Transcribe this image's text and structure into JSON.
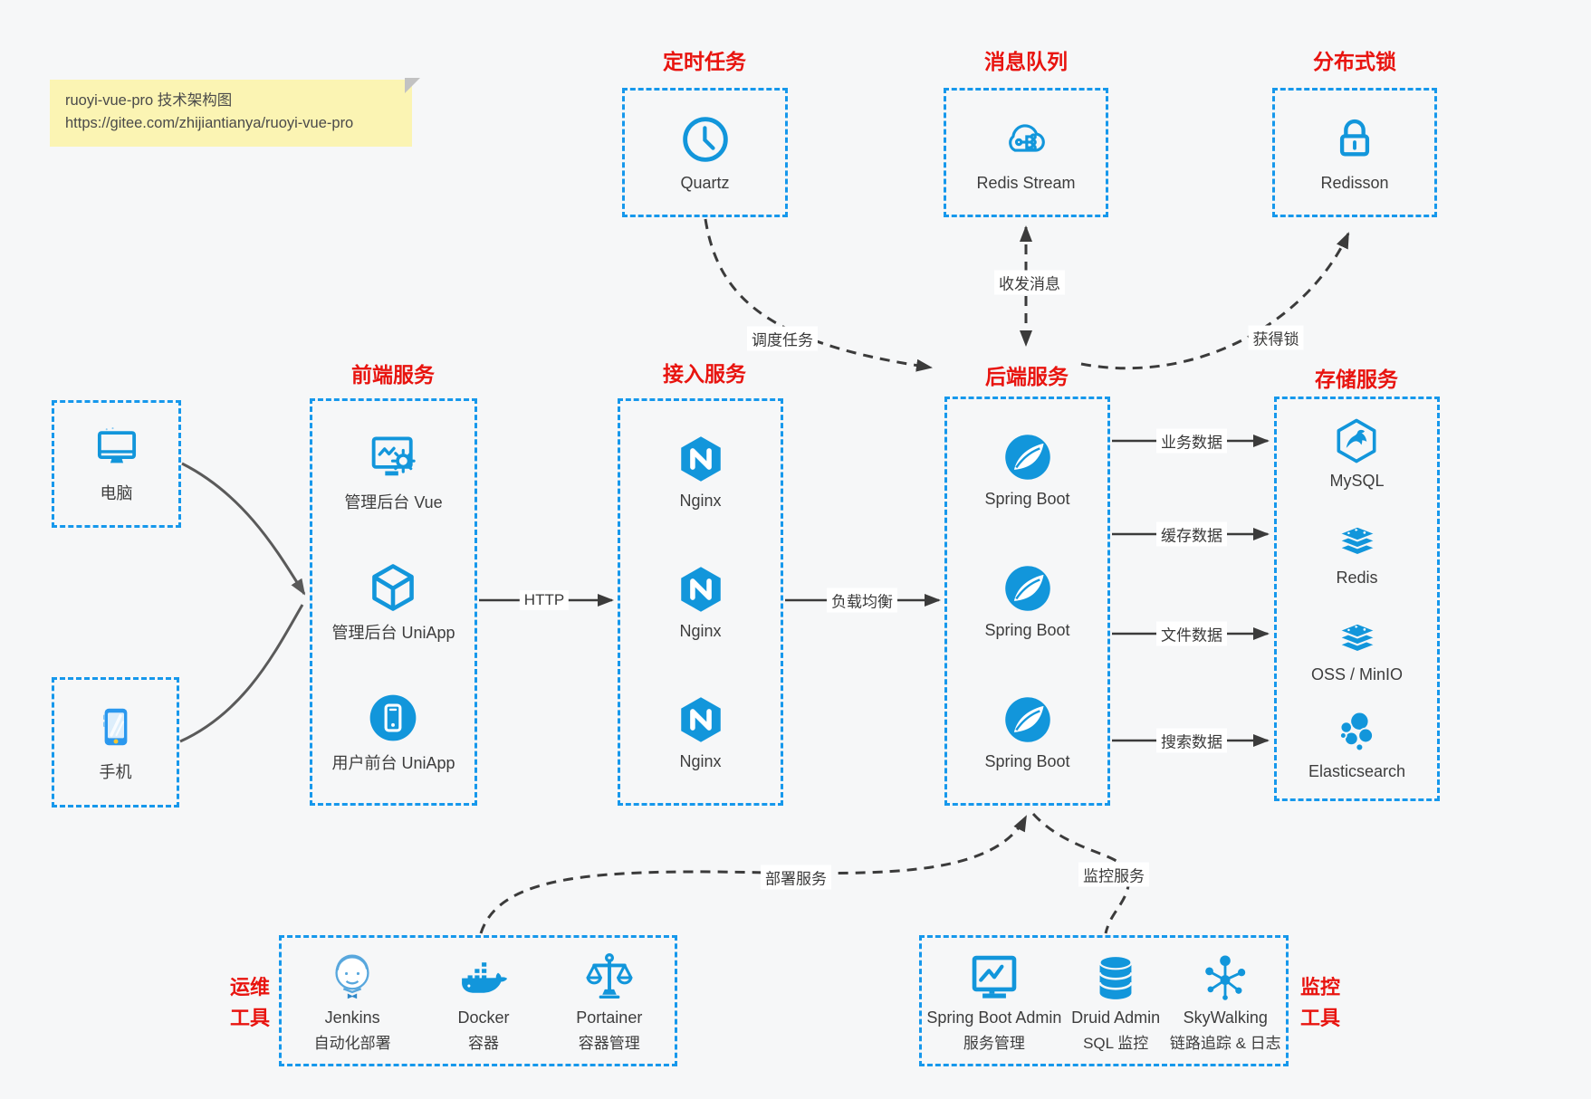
{
  "note": {
    "title": "ruoyi-vue-pro 技术架构图",
    "url": "https://gitee.com/zhijiantianya/ruoyi-vue-pro"
  },
  "colors": {
    "border_blue": "#1698ec",
    "icon_blue": "#1296db",
    "title_red": "#e8140f",
    "arrow_dark": "#3b3b3b",
    "client_arrow_gray": "#5a5a5a",
    "note_yellow": "#fbf4b3",
    "background": "#f6f7f8"
  },
  "top_services": [
    {
      "title": "定时任务",
      "label": "Quartz",
      "icon": "clock-icon"
    },
    {
      "title": "消息队列",
      "label": "Redis Stream",
      "icon": "cloud-stream-icon"
    },
    {
      "title": "分布式锁",
      "label": "Redisson",
      "icon": "padlock-icon"
    }
  ],
  "clients": [
    {
      "label": "电脑",
      "icon": "desktop-icon"
    },
    {
      "label": "手机",
      "icon": "smartphone-icon"
    }
  ],
  "columns": [
    {
      "title": "前端服务",
      "items": [
        {
          "label": "管理后台 Vue"
        },
        {
          "label": "管理后台 UniApp"
        },
        {
          "label": "用户前台 UniApp"
        }
      ]
    },
    {
      "title": "接入服务",
      "items": [
        {
          "label": "Nginx"
        },
        {
          "label": "Nginx"
        },
        {
          "label": "Nginx"
        }
      ]
    },
    {
      "title": "后端服务",
      "items": [
        {
          "label": "Spring Boot"
        },
        {
          "label": "Spring Boot"
        },
        {
          "label": "Spring Boot"
        }
      ]
    },
    {
      "title": "存储服务",
      "items": [
        {
          "label": "MySQL"
        },
        {
          "label": "Redis"
        },
        {
          "label": "OSS / MinIO"
        },
        {
          "label": "Elasticsearch"
        }
      ]
    }
  ],
  "edge_labels": {
    "http": "HTTP",
    "load_balance": "负载均衡",
    "schedule": "调度任务",
    "message": "收发消息",
    "lock": "获得锁",
    "business_data": "业务数据",
    "cache_data": "缓存数据",
    "file_data": "文件数据",
    "search_data": "搜索数据",
    "deploy": "部署服务",
    "monitor": "监控服务"
  },
  "ops_tools": {
    "side_label": [
      "运维",
      "工具"
    ],
    "items": [
      {
        "name": "Jenkins",
        "desc": "自动化部署"
      },
      {
        "name": "Docker",
        "desc": "容器"
      },
      {
        "name": "Portainer",
        "desc": "容器管理"
      }
    ]
  },
  "monitor_tools": {
    "side_label": [
      "监控",
      "工具"
    ],
    "items": [
      {
        "name": "Spring Boot Admin",
        "desc": "服务管理"
      },
      {
        "name": "Druid Admin",
        "desc": "SQL 监控"
      },
      {
        "name": "SkyWalking",
        "desc": "链路追踪 & 日志"
      }
    ]
  }
}
